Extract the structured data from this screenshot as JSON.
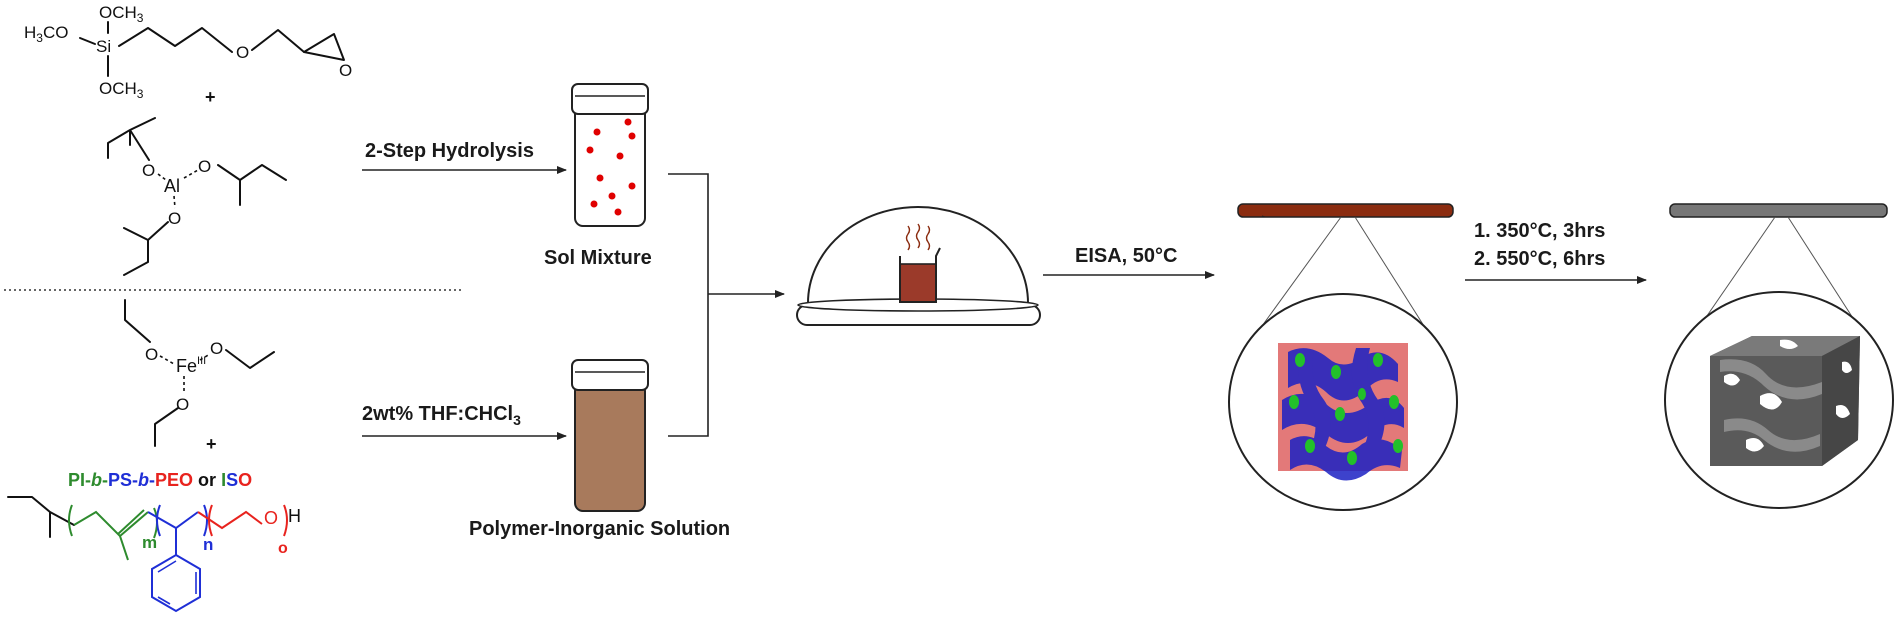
{
  "labels": {
    "step_hydrolysis": "2-Step Hydrolysis",
    "sol_mixture": "Sol Mixture",
    "solvent": "2wt% THF:CHCl",
    "solvent_sub": "3",
    "polymer_solution": "Polymer-Inorganic Solution",
    "eisa": "EISA, 50°C",
    "calc_step1": "1. 350°C, 3hrs",
    "calc_step2": "2. 550°C, 6hrs"
  },
  "chemistry": {
    "silane": {
      "h3co": "H",
      "h3co_sub": "3",
      "h3co_rest": "CO",
      "si": "Si",
      "och3_top": "OCH",
      "och3_top_sub": "3",
      "och3_bot": "OCH",
      "och3_bot_sub": "3",
      "ether_o": "O",
      "epoxide_o": "O"
    },
    "plus_1": "+",
    "aluminum": {
      "al": "Al",
      "o1": "O",
      "o2": "O",
      "o3": "O"
    },
    "iron": {
      "fe": "Fe",
      "fe_sup": "III",
      "o1": "O",
      "o2": "O",
      "o3": "O"
    },
    "plus_2": "+",
    "polymer_name": {
      "pi": "PI",
      "dash1": "-",
      "b1": "b",
      "dash2": "-",
      "ps": "PS",
      "dash3": "-",
      "b2": "b",
      "dash4": "-",
      "peo": "PEO",
      "or": " or ",
      "i": "I",
      "s": "S",
      "o": "O"
    },
    "polymer": {
      "m": "m",
      "n": "n",
      "o_sub": "o",
      "o_atom": "O",
      "h_atom": "H"
    }
  },
  "colors": {
    "pi_green": "#2e8b2e",
    "ps_blue": "#1f2fd6",
    "peo_red": "#e8231e",
    "sol_dot": "#e00000",
    "polymer_solution": "#a87a5c",
    "film_brown": "#8b2c10",
    "film_grey": "#777777",
    "beaker_liquid": "#9b3a2a",
    "cube_pink": "#e06a6a",
    "cube_blue": "#1c22c4",
    "cube_green": "#22c02a",
    "cube_grey": "#5a5a5a"
  }
}
